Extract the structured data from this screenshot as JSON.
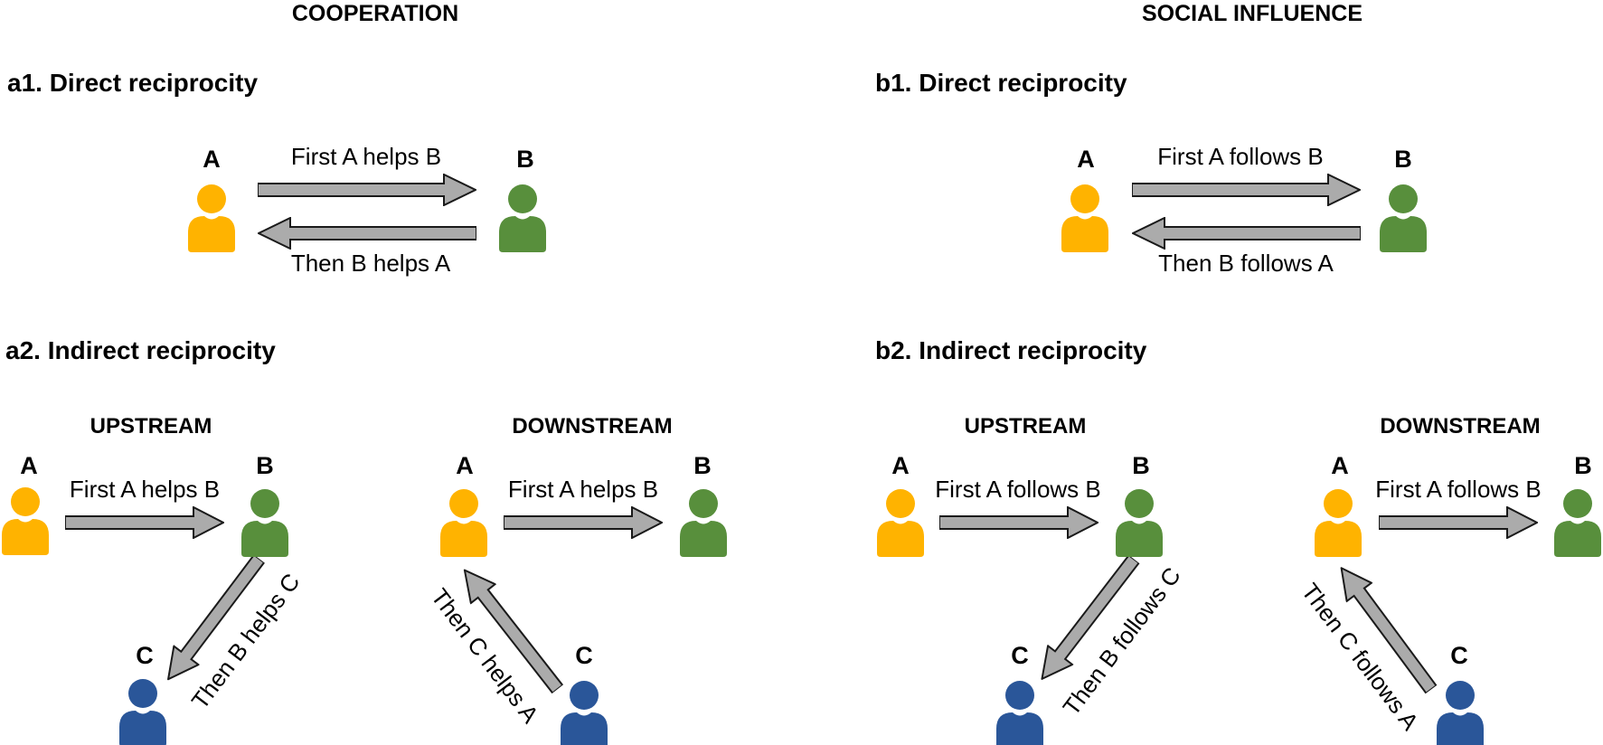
{
  "figure": {
    "left_title": "COOPERATION",
    "right_title": "SOCIAL INFLUENCE"
  },
  "colors": {
    "person_a": "#FFB300",
    "person_b": "#588F3C",
    "person_c": "#2A5699",
    "arrow_fill": "#ABABAB",
    "arrow_outline": "#1A1A1A",
    "text": "#000000",
    "background": "#FFFFFF"
  },
  "a1": {
    "heading": "a1. Direct reciprocity",
    "label_a": "A",
    "label_b": "B",
    "arrow_forward": "First A helps B",
    "arrow_back": "Then B helps A"
  },
  "b1": {
    "heading": "b1. Direct reciprocity",
    "label_a": "A",
    "label_b": "B",
    "arrow_forward": "First A follows B",
    "arrow_back": "Then B follows A"
  },
  "a2": {
    "heading": "a2. Indirect reciprocity",
    "upstream": {
      "title": "UPSTREAM",
      "label_a": "A",
      "label_b": "B",
      "label_c": "C",
      "arrow1": "First A helps B",
      "arrow2": "Then B helps C"
    },
    "downstream": {
      "title": "DOWNSTREAM",
      "label_a": "A",
      "label_b": "B",
      "label_c": "C",
      "arrow1": "First A helps B",
      "arrow2": "Then C helps A"
    }
  },
  "b2": {
    "heading": "b2. Indirect reciprocity",
    "upstream": {
      "title": "UPSTREAM",
      "label_a": "A",
      "label_b": "B",
      "label_c": "C",
      "arrow1": "First A follows B",
      "arrow2": "Then B follows C"
    },
    "downstream": {
      "title": "DOWNSTREAM",
      "label_a": "A",
      "label_b": "B",
      "label_c": "C",
      "arrow1": "First A follows B",
      "arrow2": "Then C follows A"
    }
  }
}
